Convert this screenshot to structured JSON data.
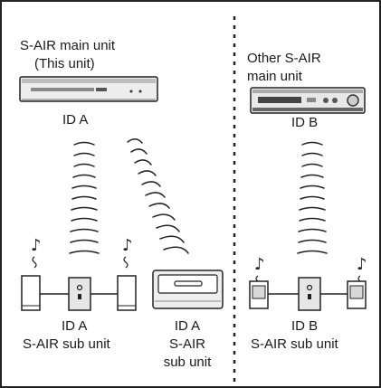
{
  "left": {
    "main_unit_line1": "S-AIR main unit",
    "main_unit_line2": "(This unit)",
    "main_id": "ID A",
    "sub_id": "ID A",
    "sub_label": "S-AIR sub unit",
    "sub2_id": "ID A",
    "sub2_line1": "S-AIR",
    "sub2_line2": "sub unit"
  },
  "right": {
    "main_unit_line1": "Other S-AIR",
    "main_unit_line2": "main unit",
    "main_id": "ID B",
    "sub_id": "ID B",
    "sub_label": "S-AIR sub unit"
  },
  "colors": {
    "line": "#222222",
    "device_fill": "#e6e6e6",
    "device_dark": "#9a9a9a"
  },
  "icons": [
    "main-unit-icon",
    "av-receiver-icon",
    "speaker-icon",
    "sub-unit-icon",
    "music-note-icon",
    "wireless-signal-icon"
  ]
}
